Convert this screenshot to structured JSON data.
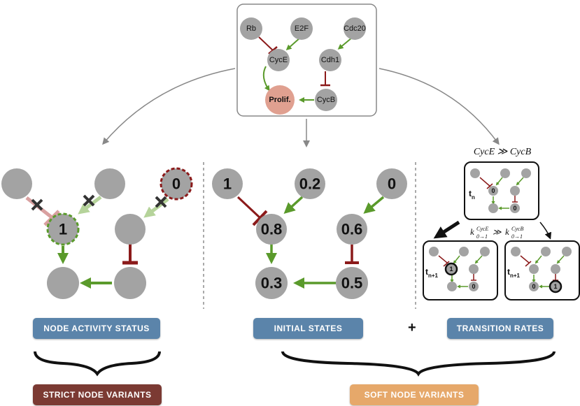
{
  "top_network": {
    "nodes": {
      "rb": "Rb",
      "e2f": "E2F",
      "cdc20": "Cdc20",
      "cyce": "CycE",
      "cdh1": "Cdh1",
      "prolif": "Prolif.",
      "cycb": "CycB"
    }
  },
  "left_panel": {
    "node_value_top": "1",
    "node_value_right": "0"
  },
  "middle_panel": {
    "values": {
      "a": "1",
      "b": "0.2",
      "c": "0",
      "d": "0.8",
      "e": "0.6",
      "f": "0.3",
      "g": "0.5"
    }
  },
  "right_panel": {
    "title": "CycE ≫ CycB",
    "rate_relation": "k",
    "rate_sup_left": "CycE",
    "rate_sub_left": "0→1",
    "rate_op": "≫",
    "rate_sup_right": "CycB",
    "rate_sub_right": "0→1",
    "time_top": "t",
    "time_top_sub": "n",
    "time_left": "t",
    "time_left_sub": "n+1",
    "time_right": "t",
    "time_right_sub": "n+1",
    "mini_top_vals": [
      "0",
      "0"
    ],
    "mini_left_vals": [
      "1",
      "0"
    ],
    "mini_right_vals": [
      "0",
      "1"
    ]
  },
  "buttons": {
    "node_activity": "NODE ACTIVITY STATUS",
    "initial_states": "INITIAL STATES",
    "plus": "+",
    "transition_rates": "TRANSITION RATES",
    "strict": "STRICT NODE VARIANTS",
    "soft": "SOFT NODE VARIANTS"
  },
  "colors": {
    "node_gray": "#a3a3a3",
    "green": "#5a9a2b",
    "light_green": "#b5d39a",
    "red": "#8b1a1a",
    "pink": "#d9a0a0",
    "prolif_fill": "#e0a090",
    "blue_button": "#5b84aa",
    "strict_button": "#7b3a33",
    "soft_button": "#e6a86a"
  }
}
